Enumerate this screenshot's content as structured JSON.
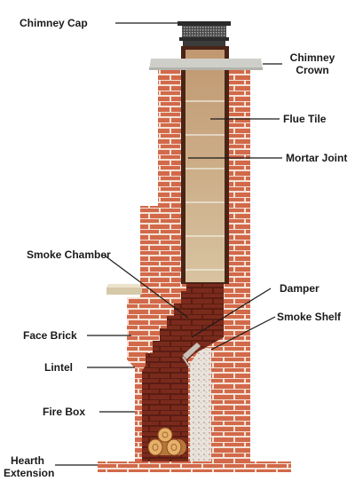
{
  "labels": {
    "chimney_cap": "Chimney Cap",
    "chimney_crown_line1": "Chimney",
    "chimney_crown_line2": "Crown",
    "flue_tile": "Flue Tile",
    "mortar_joint": "Mortar Joint",
    "smoke_chamber": "Smoke Chamber",
    "damper": "Damper",
    "smoke_shelf": "Smoke Shelf",
    "face_brick": "Face Brick",
    "lintel": "Lintel",
    "fire_box": "Fire Box",
    "hearth_line1": "Hearth",
    "hearth_line2": "Extension"
  },
  "colors": {
    "brick": "#d2694a",
    "mortar": "#f3e2d6",
    "dark_brick": "#7a2a1c",
    "flue": "#c8a97e",
    "cap": "#2b2b2b",
    "crown": "#cfcfca",
    "firebrick": "#e8e2dc",
    "log": "#d9994a"
  }
}
